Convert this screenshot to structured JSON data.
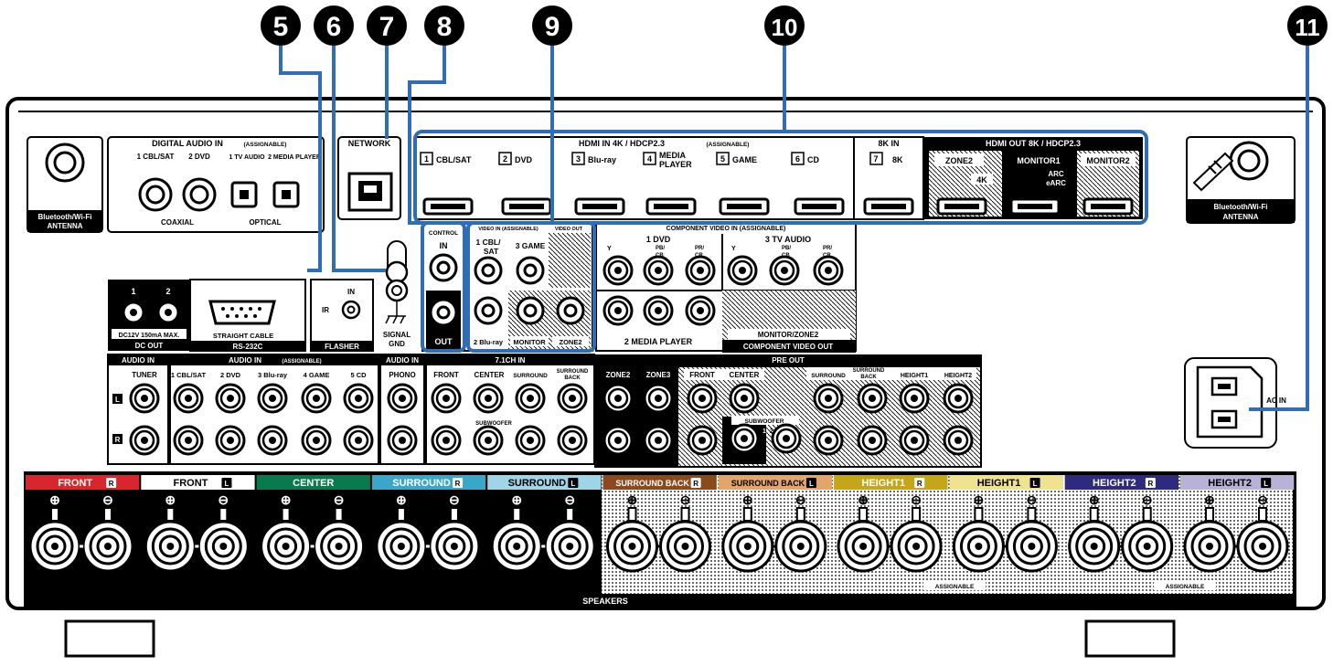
{
  "callouts": [
    "5",
    "6",
    "7",
    "8",
    "9",
    "10",
    "11"
  ],
  "bt_ant_left": {
    "line1": "Bluetooth/Wi-Fi",
    "line2": "ANTENNA"
  },
  "bt_ant_right": {
    "line1": "Bluetooth/Wi-Fi",
    "line2": "ANTENNA"
  },
  "digital_audio": {
    "title": "DIGITAL AUDIO IN",
    "title_note": "(ASSIGNABLE)",
    "inputs": [
      "1 CBL/SAT",
      "2 DVD",
      "1 TV AUDIO",
      "2 MEDIA PLAYER"
    ],
    "coaxial": "COAXIAL",
    "optical": "OPTICAL"
  },
  "network": "NETWORK",
  "hdmi_in": {
    "title": "HDMI IN   4K / HDCP2.3",
    "title_note": "(ASSIGNABLE)",
    "ports": [
      {
        "n": "1",
        "label": "CBL/SAT"
      },
      {
        "n": "2",
        "label": "DVD"
      },
      {
        "n": "3",
        "label": "Blu-ray"
      },
      {
        "n": "4",
        "label": "MEDIA"
      },
      {
        "n": "5",
        "label": "GAME"
      },
      {
        "n": "6",
        "label": "CD"
      }
    ],
    "port4_line2": "PLAYER"
  },
  "hdmi_8k": {
    "title": "8K IN",
    "n": "7",
    "label": "8K"
  },
  "hdmi_out": {
    "title": "HDMI OUT   8K / HDCP2.3",
    "zone2": "ZONE2",
    "zone2_note": "4K",
    "monitor1": "MONITOR1",
    "arc": "ARC",
    "earc": "eARC",
    "monitor2": "MONITOR2"
  },
  "remote_control": {
    "title": "CONTROL",
    "in": "IN",
    "out": "OUT"
  },
  "video_in": {
    "title": "VIDEO IN (ASSIGNABLE)",
    "vout": "VIDEO OUT",
    "in1": "1 CBL/",
    "in1b": "SAT",
    "in3": "3 GAME",
    "in2": "2 Blu-ray",
    "monitor": "MONITOR",
    "zone2": "ZONE2"
  },
  "component_in": {
    "title": "COMPONENT VIDEO IN (ASSIGNABLE)",
    "dvd": "1  DVD",
    "tv": "3  TV AUDIO",
    "y": "Y",
    "pb": "PB/",
    "cb": "CB",
    "pr": "PR/",
    "cr": "CR",
    "media": "2   MEDIA PLAYER"
  },
  "component_out": {
    "line1": "MONITOR/ZONE2",
    "line2": "COMPONENT VIDEO OUT"
  },
  "dc_out": {
    "ch1": "1",
    "ch2": "2",
    "spec": "DC12V 150mA MAX.",
    "title": "DC OUT"
  },
  "rs232": {
    "label": "STRAIGHT CABLE",
    "title": "RS-232C"
  },
  "flasher": {
    "in": "IN",
    "ir": "IR",
    "title": "FLASHER"
  },
  "signal_gnd": {
    "line1": "SIGNAL",
    "line2": "GND"
  },
  "audio_in_tuner": {
    "title": "AUDIO IN",
    "tuner": "TUNER",
    "l": "L",
    "r": "R"
  },
  "audio_in_assign": {
    "title": "AUDIO IN",
    "note": "(ASSIGNABLE)",
    "inputs": [
      "1 CBL/SAT",
      "2 DVD",
      "3 Blu-ray",
      "4 GAME",
      "5 CD"
    ]
  },
  "phono": {
    "title": "AUDIO IN",
    "label": "PHONO"
  },
  "ch71": {
    "title": "7.1CH IN",
    "front": "FRONT",
    "center": "CENTER",
    "surround": "SURROUND",
    "sb1": "SURROUND",
    "sb2": "BACK",
    "sub": "SUBWOOFER"
  },
  "pre_out": {
    "title": "PRE OUT",
    "zone2": "ZONE2",
    "zone3": "ZONE3",
    "front": "FRONT",
    "center": "CENTER",
    "surround": "SURROUND",
    "sb1": "SURROUND",
    "sb2": "BACK",
    "h1": "HEIGHT1",
    "h2": "HEIGHT2",
    "sub": "SUBWOOFER",
    "sub1": "1",
    "sub2": "2"
  },
  "ac_in": "AC IN",
  "speakers": {
    "title": "SPEAKERS",
    "assignable": "ASSIGNABLE",
    "channels": [
      {
        "label": "FRONT",
        "side": "R",
        "color": "#d9262c",
        "text": "#ffffff"
      },
      {
        "label": "FRONT",
        "side": "L",
        "color": "#ffffff",
        "text": "#000000"
      },
      {
        "label": "CENTER",
        "side": "",
        "color": "#0a7a4e",
        "text": "#ffffff"
      },
      {
        "label": "SURROUND",
        "side": "R",
        "color": "#3aa7c9",
        "text": "#ffffff"
      },
      {
        "label": "SURROUND",
        "side": "L",
        "color": "#9fd5e6",
        "text": "#000000"
      },
      {
        "label": "SURROUND BACK",
        "side": "R",
        "color": "#8a4a1e",
        "text": "#ffffff"
      },
      {
        "label": "SURROUND BACK",
        "side": "L",
        "color": "#e3a56a",
        "text": "#000000"
      },
      {
        "label": "HEIGHT1",
        "side": "R",
        "color": "#c5a51a",
        "text": "#ffffff"
      },
      {
        "label": "HEIGHT1",
        "side": "L",
        "color": "#efe390",
        "text": "#000000"
      },
      {
        "label": "HEIGHT2",
        "side": "R",
        "color": "#2e2a7e",
        "text": "#ffffff"
      },
      {
        "label": "HEIGHT2",
        "side": "L",
        "color": "#b9b2d8",
        "text": "#000000"
      }
    ]
  },
  "accent": "#2f6db5"
}
